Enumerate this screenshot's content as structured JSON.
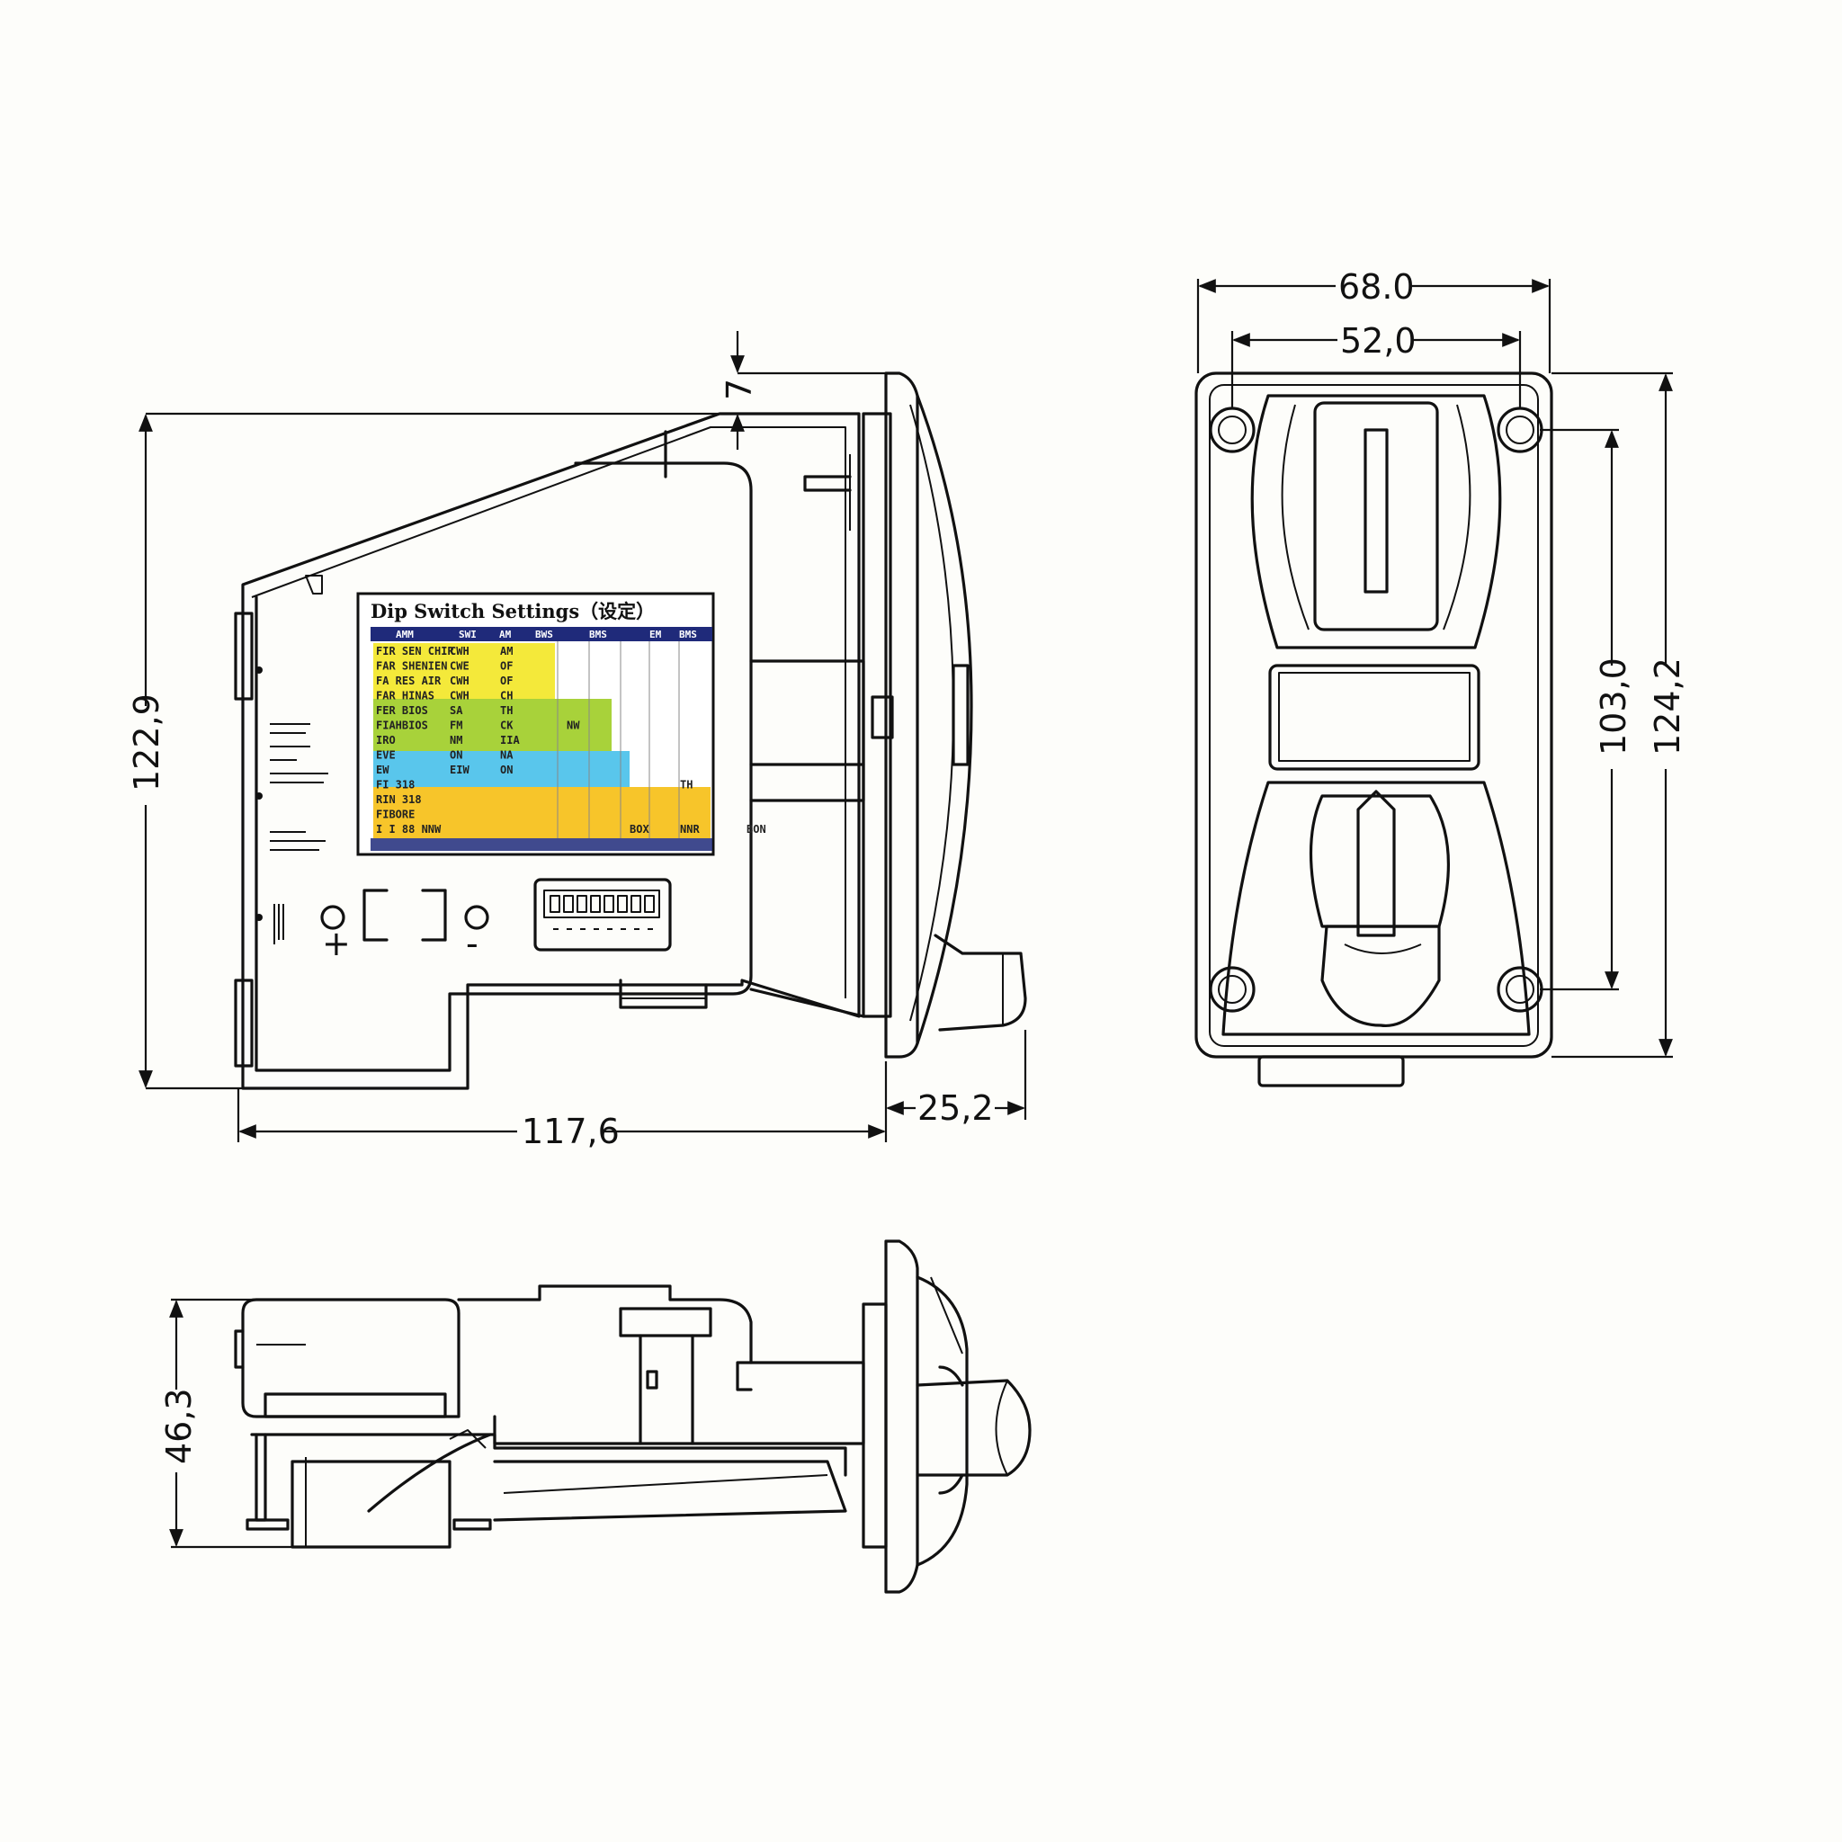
{
  "drawing": {
    "dimensions": {
      "side_height": "122,9",
      "side_width": "117,6",
      "front_depth": "25,2",
      "top_offset": "7",
      "front_outer_width": "68.0",
      "front_inner_width": "52,0",
      "front_inner_height": "103,0",
      "front_outer_height": "124,2",
      "bottom_height": "46,3"
    },
    "label_panel": {
      "title": "Dip Switch Settings（设定）",
      "header_cells": [
        "AMM",
        "SWI",
        "AM",
        "BWS",
        "BMS",
        "EM",
        "BMS"
      ],
      "rows": [
        [
          "FIR SEN CHIR",
          "CWH",
          "AM"
        ],
        [
          "FAR SHENIEN",
          "CWE",
          "OF"
        ],
        [
          "FA RES AIR",
          "CWH",
          "OF"
        ],
        [
          "FAR HINAS",
          "CWH",
          "CH"
        ],
        [
          "FER BIOS",
          "SA",
          "TH"
        ],
        [
          "FIAHBIOS",
          "FM",
          "CK",
          "NW"
        ],
        [
          "IRO",
          "NM",
          "IIA"
        ],
        [
          "EVE",
          "ON",
          "NA"
        ],
        [
          "EW",
          "EIW",
          "ON"
        ],
        [
          "FI 318",
          "",
          "TH"
        ],
        [
          "RIN 318",
          ""
        ],
        [
          "FIBORE",
          ""
        ],
        [
          "I I 88  NNW",
          "BOX",
          "NNR",
          "BON"
        ]
      ],
      "colors": {
        "header": "#1f2a7a",
        "yellow": "#f4e93a",
        "green": "#a8d23a",
        "cyan": "#59c6ec",
        "orange": "#f7c52a"
      }
    },
    "connector_labels": [
      "+",
      "-"
    ]
  }
}
